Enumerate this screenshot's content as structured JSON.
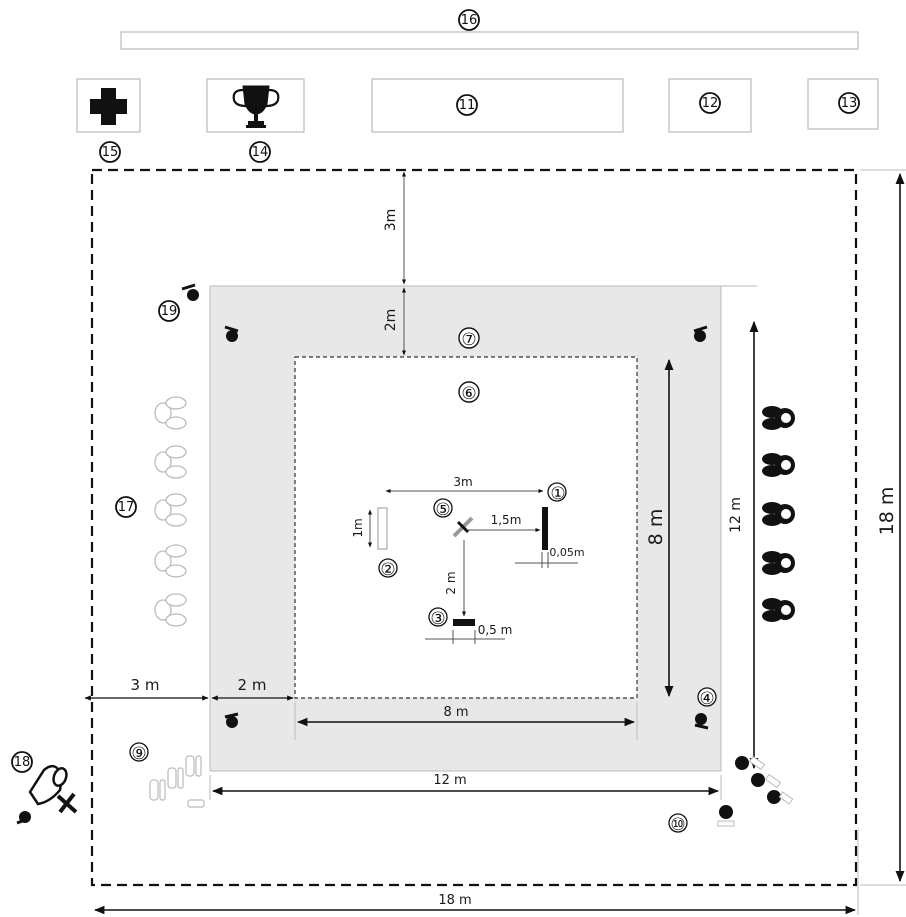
{
  "markers": {
    "m1": "①",
    "m2": "②",
    "m3": "③",
    "m4": "④",
    "m5": "⑤",
    "m6": "⑥",
    "m7": "⑦",
    "m9": "⑨",
    "m10": "⑩",
    "m11": "11",
    "m12": "12",
    "m13": "13",
    "m14": "14",
    "m15": "15",
    "m16": "16",
    "m17": "17",
    "m18": "18",
    "m19": "19"
  },
  "dimensions": {
    "top_gap": "3m",
    "safety_band": "2m",
    "inner_height": "8 m",
    "mat_height": "12 m",
    "outer_height": "18 m",
    "left_gap": "3 m",
    "left_band": "2 m",
    "inner_width": "8 m",
    "mat_width": "12 m",
    "outer_width": "18 m",
    "pos_3m": "3m",
    "pos_1_5m": "1,5m",
    "pos_1m": "1m",
    "pos_2m": "2 m",
    "pos_0_05m": "0,05m",
    "pos_0_5m": "0,5 m"
  },
  "colors": {
    "safety_area": "#e8e8e8",
    "ink": "#111111",
    "light_outline": "#bbbbbb"
  },
  "icons": {
    "first_aid": "plus-icon",
    "trophy": "trophy-icon",
    "camera": "camera-icon",
    "judge": "judge-icon",
    "seat": "chair-icon"
  }
}
